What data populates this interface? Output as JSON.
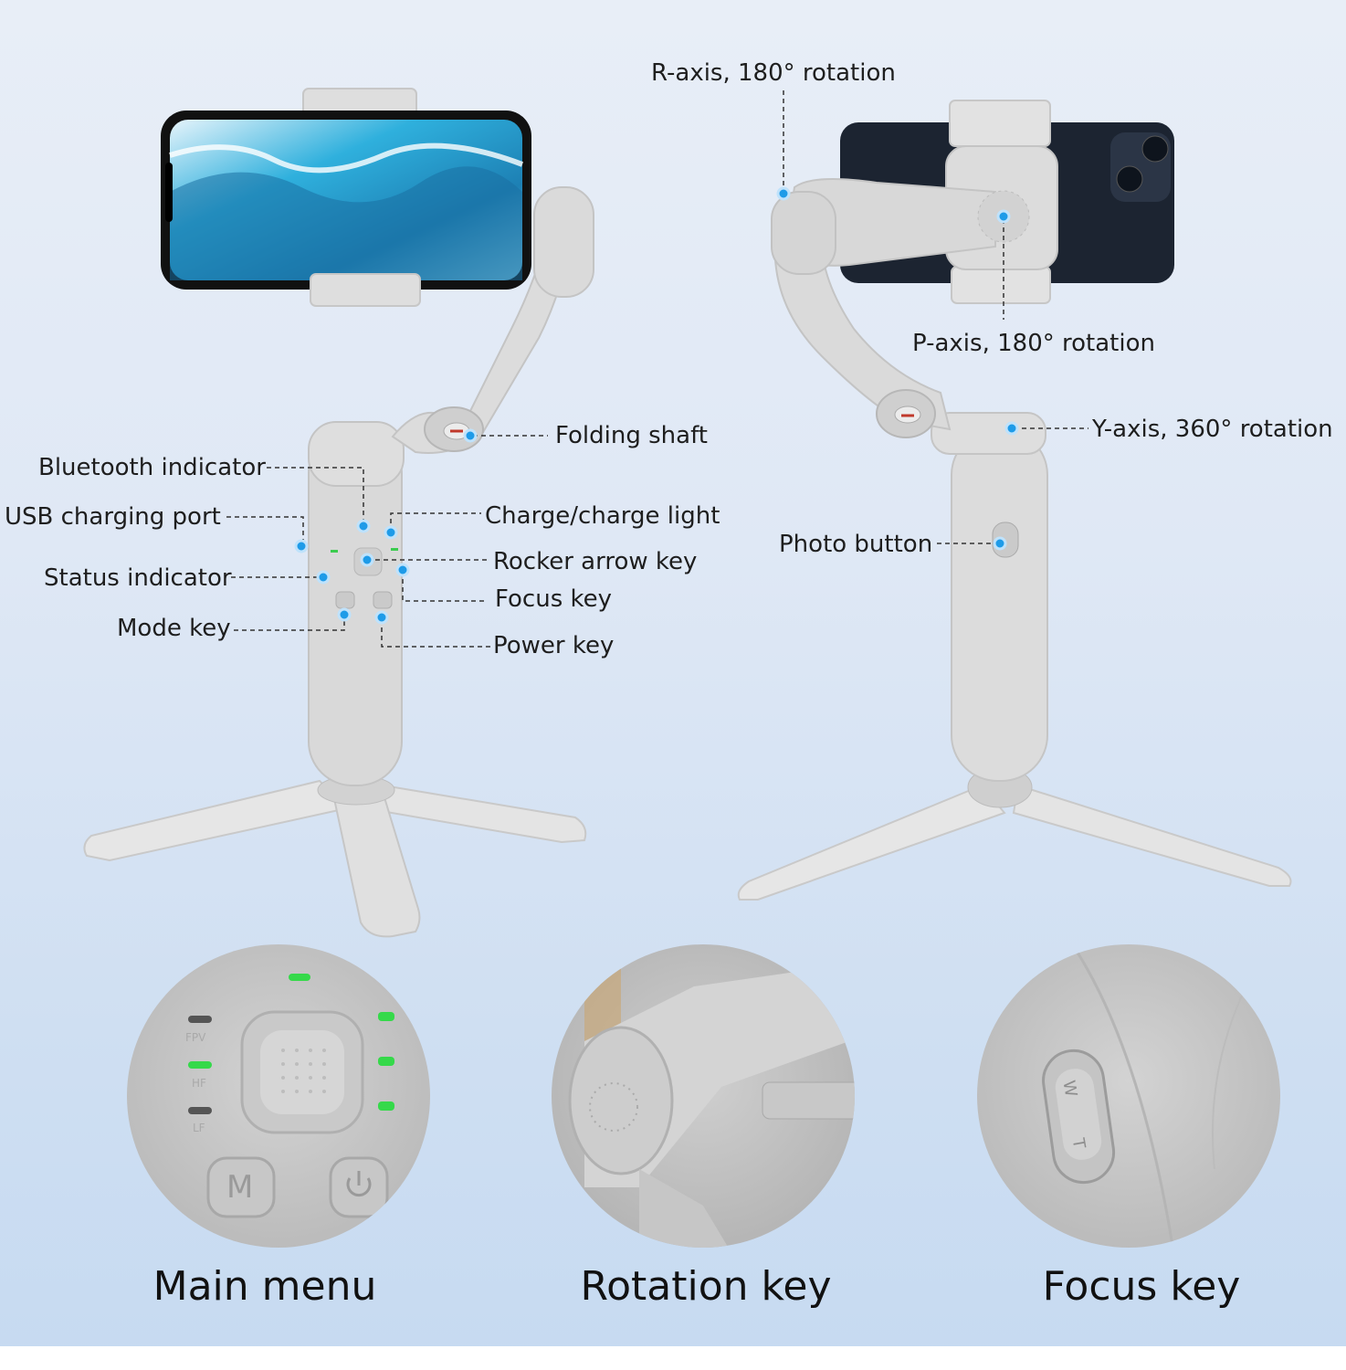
{
  "callouts": {
    "r_axis": "R-axis, 180° rotation",
    "p_axis": "P-axis, 180° rotation",
    "y_axis": "Y-axis, 360°   rotation",
    "folding_shaft": "Folding shaft",
    "bluetooth_indicator": "Bluetooth indicator",
    "usb_port": "USB charging port",
    "charge_light": "Charge/charge light",
    "rocker_key": "Rocker arrow key",
    "status_indicator": "Status indicator",
    "focus_key": "Focus key",
    "mode_key": "Mode key",
    "power_key": "Power key",
    "photo_button": "Photo button"
  },
  "closeups": {
    "main_menu": "Main menu",
    "rotation_key": "Rotation key",
    "focus_key": "Focus key"
  },
  "panel_markings": {
    "fpv": "FPV",
    "hf": "HF",
    "lf": "LF",
    "mode_letter": "M",
    "focus_w": "W",
    "focus_t": "T"
  },
  "colors": {
    "device": "#d9d9d9",
    "callout_dot": "#1e9be8",
    "led_green": "#35d94a",
    "background": "#dfe8f5"
  }
}
